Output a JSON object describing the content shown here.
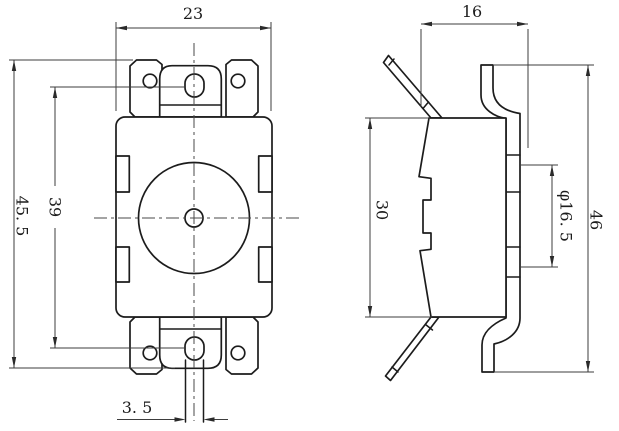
{
  "drawing": {
    "type": "engineering-orthographic-drawing",
    "part": "snap-action thermostat (front and side views)",
    "background_color": "#ffffff",
    "line_color": "#1c1c1c",
    "dimension_color": "#3d3d3d",
    "views": {
      "front": "front-view",
      "side": "side-view"
    },
    "dimensions": {
      "front_body_width": "23",
      "front_overall_height": "45. 5",
      "front_slot_span": "39",
      "terminal_width": "3. 5",
      "side_depth": "16",
      "side_body_height": "30",
      "cap_diameter": "φ16. 5",
      "side_overall_height": "46"
    }
  }
}
